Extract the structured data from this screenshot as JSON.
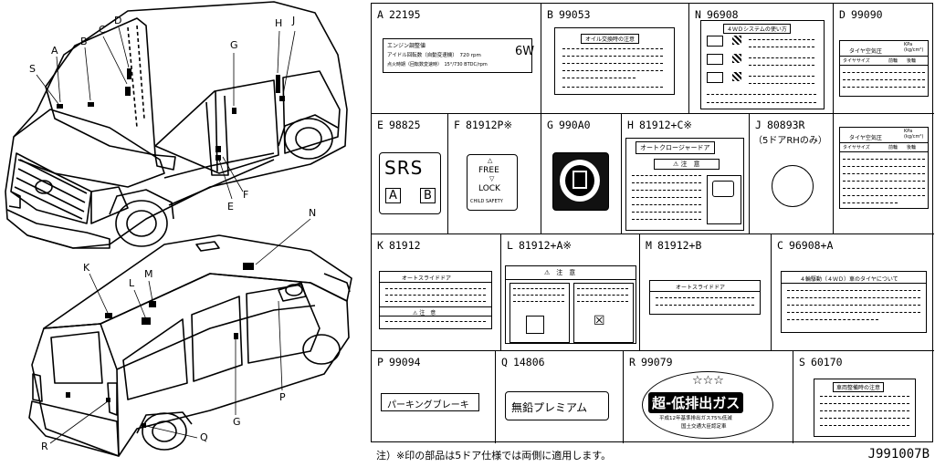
{
  "callouts": {
    "A": "A",
    "B": "B",
    "C": "C",
    "D": "D",
    "S": "S",
    "G": "G",
    "H": "H",
    "J": "J",
    "E": "E",
    "F": "F",
    "N": "N",
    "K": "K",
    "L": "L",
    "M": "M",
    "G2": "G",
    "P": "P",
    "R": "R",
    "Q": "Q"
  },
  "cells": {
    "A": {
      "letter": "A",
      "part": "22195",
      "title": "エンジン調整値",
      "line1": "アイドル回転数（自動変速機）　720 rpm",
      "line2": "点火時期（回転数変速時）　15°/730 BTDC/rpm",
      "badge": "6W"
    },
    "B": {
      "letter": "B",
      "part": "99053",
      "title": "オイル交換時の注意"
    },
    "N": {
      "letter": "N",
      "part": "96908",
      "title": "４ＷＤシステムの使い方"
    },
    "D": {
      "letter": "D",
      "part": "99090",
      "title": "タイヤ空気圧",
      "unit": "KPa\n(kg/cm²)",
      "h1": "タイヤサイズ",
      "h2": "前輪",
      "h3": "後輪"
    },
    "E": {
      "letter": "E",
      "part": "98825",
      "srs": "SRS",
      "a": "A",
      "b": "B"
    },
    "F": {
      "letter": "F",
      "part": "81912P",
      "mark": "※",
      "free": "FREE",
      "lock": "LOCK",
      "child": "CHILD SAFETY"
    },
    "G": {
      "letter": "G",
      "part": "990A0"
    },
    "H": {
      "letter": "H",
      "part": "81912+C",
      "mark": "※",
      "title": "オートクロージャードア",
      "warn": "注　意"
    },
    "J": {
      "letter": "J",
      "part": "80893R",
      "note": "（5ドアRHのみ）"
    },
    "D2": {
      "title": "タイヤ空気圧",
      "unit": "KPa\n(kg/cm²)",
      "h1": "タイヤサイズ",
      "h2": "前輪",
      "h3": "後輪"
    },
    "K": {
      "letter": "K",
      "part": "81912",
      "title": "オートスライドドア",
      "warn": "注　意"
    },
    "L": {
      "letter": "L",
      "part": "81912+A",
      "mark": "※",
      "warn": "注　意"
    },
    "M": {
      "letter": "M",
      "part": "81912+B",
      "title": "オートスライドドア"
    },
    "C": {
      "letter": "C",
      "part": "96908+A",
      "title": "４輪駆動（４ＷＤ）車のタイヤについて"
    },
    "P": {
      "letter": "P",
      "part": "99094",
      "text": "パーキングブレーキ"
    },
    "Q": {
      "letter": "Q",
      "part": "14806",
      "text": "無鉛プレミアム"
    },
    "R": {
      "letter": "R",
      "part": "99079",
      "stars": "☆☆☆",
      "main": "超-低排出ガス",
      "sub1": "平成12年基準排出ガス75%低減",
      "sub2": "国土交通大臣認定車"
    },
    "S": {
      "letter": "S",
      "part": "60170",
      "title": "車両整備時の注意"
    }
  },
  "footnote": "注）※印の部品は5ドア仕様では両側に適用します。",
  "diagram_code": "J991007B"
}
